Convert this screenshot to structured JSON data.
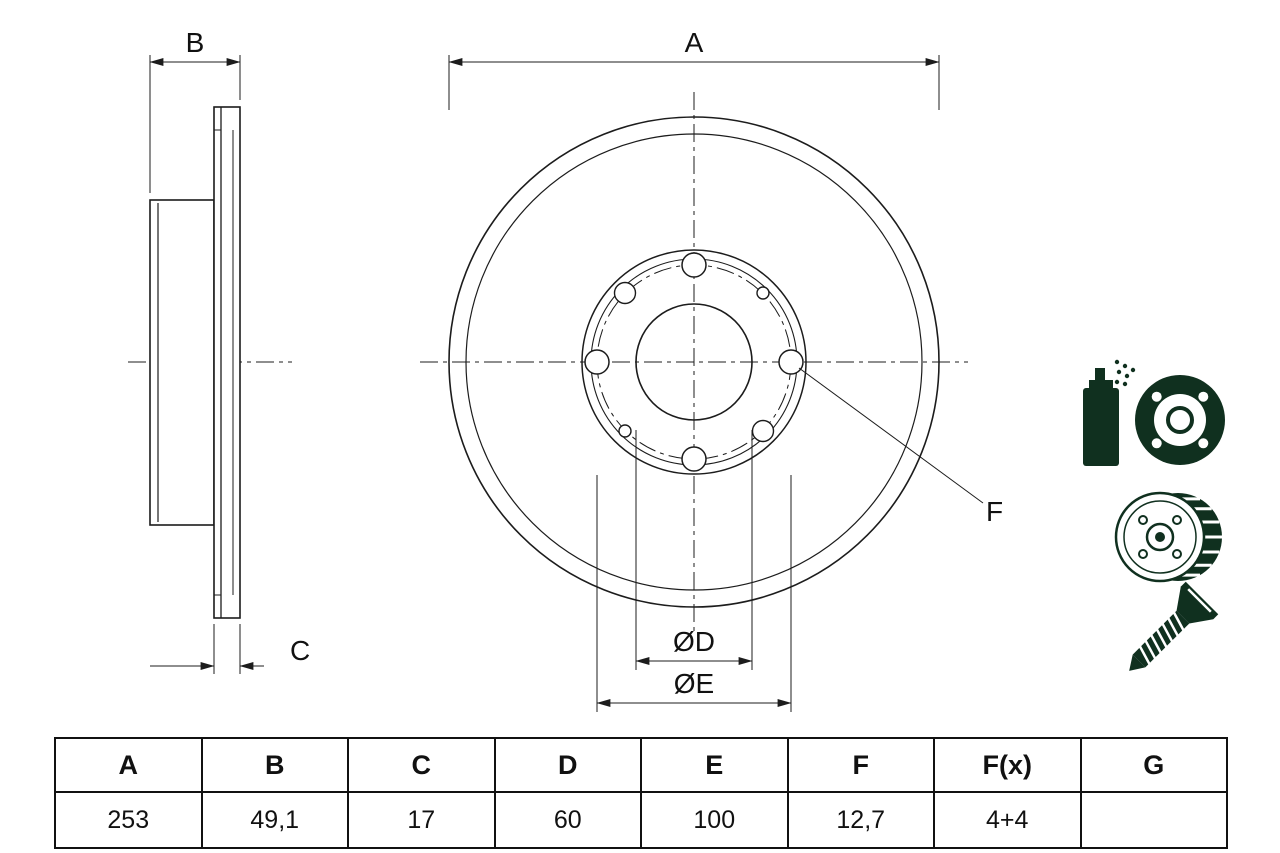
{
  "drawing": {
    "labels": {
      "a": "A",
      "b": "B",
      "c": "C",
      "f": "F",
      "dia_d": "ØD",
      "dia_e": "ØE"
    },
    "line_color": "#1c1c1c",
    "icon_color": "#10301f",
    "icons": [
      "spray-can-coated-disc-icon",
      "vented-brake-disc-icon",
      "countersunk-screw-icon"
    ]
  },
  "table": {
    "headers": [
      "A",
      "B",
      "C",
      "D",
      "E",
      "F",
      "F(x)",
      "G"
    ],
    "values": [
      "253",
      "49,1",
      "17",
      "60",
      "100",
      "12,7",
      "4+4",
      ""
    ]
  }
}
